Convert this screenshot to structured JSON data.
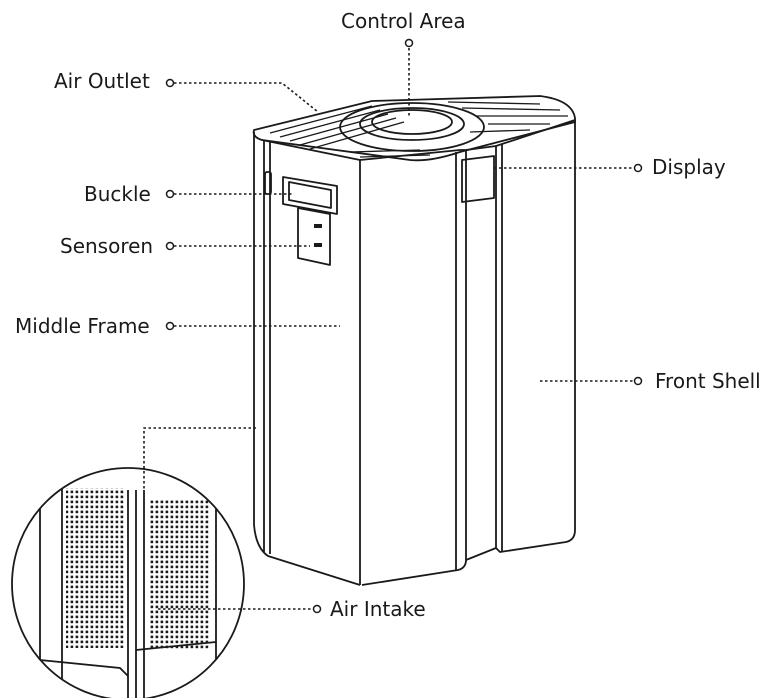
{
  "labels": {
    "control_area": "Control Area",
    "air_outlet": "Air Outlet",
    "display": "Display",
    "buckle": "Buckle",
    "sensoren": "Sensoren",
    "middle_frame": "Middle Frame",
    "front_shell": "Front Shell",
    "air_intake": "Air Intake"
  },
  "colors": {
    "line": "#1a1a1a",
    "background": "#ffffff"
  }
}
